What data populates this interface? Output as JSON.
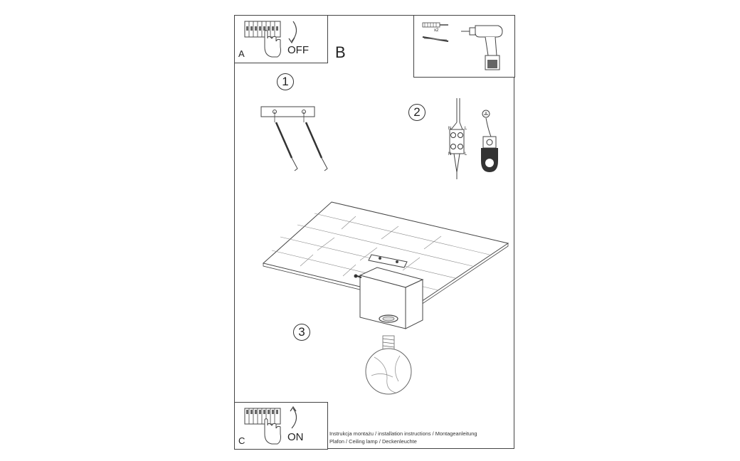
{
  "panels": {
    "a": {
      "letter": "A",
      "state": "OFF"
    },
    "b": {
      "letter": "B"
    },
    "c": {
      "letter": "C",
      "state": "ON"
    }
  },
  "tools": {
    "screw_count": "x2"
  },
  "steps": [
    "1",
    "2",
    "3"
  ],
  "wiring": {
    "n": "N",
    "l": "L"
  },
  "footer": {
    "line1": "Instrukcja montażu / installation instructions / Montageanleitung",
    "line2": "Plafon / Ceiling lamp / Deckenleuchte"
  },
  "icons": [
    "breaker-switch-icon",
    "hand-icon",
    "curved-arrow-icon",
    "drill-icon",
    "screw-anchor-icon",
    "ground-symbol-icon",
    "terminal-block-icon"
  ],
  "colors": {
    "line": "#444444",
    "background": "#ffffff"
  }
}
